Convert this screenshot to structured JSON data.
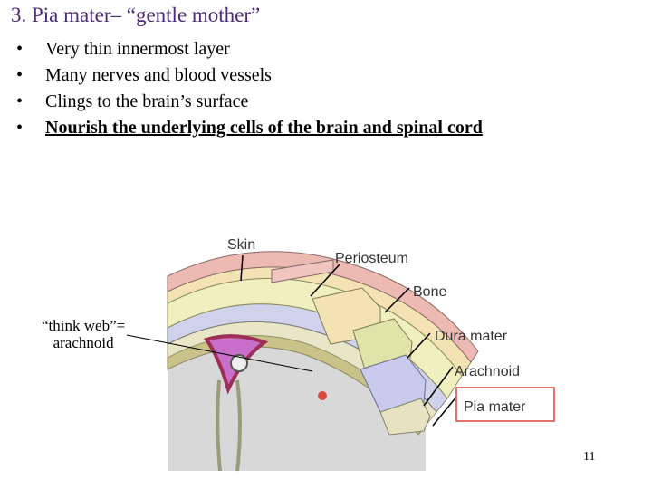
{
  "slide": {
    "title": "3. Pia mater–  “gentle mother”",
    "bullets": [
      {
        "marker": "•",
        "text": "Very thin innermost layer"
      },
      {
        "marker": "•",
        "text": "Many nerves and blood vessels"
      },
      {
        "marker": "•",
        "text": "Clings to the brain’s surface"
      },
      {
        "marker": "•",
        "text": "Nourish the underlying cells of the brain and spinal cord"
      }
    ],
    "note_line1": "“think web”=",
    "note_line2": "arachnoid",
    "page_number": "11"
  },
  "diagram": {
    "labels": {
      "skin": "Skin",
      "periosteum": "Periosteum",
      "bone": "Bone",
      "dura": "Dura mater",
      "arachnoid": "Arachnoid",
      "pia": "Pia mater"
    },
    "colors": {
      "skin": "#e8b5b0",
      "periosteum": "#f0dfb0",
      "bone": "#eef0c2",
      "dura": "#c5c9ea",
      "pia_box": "#d9453a",
      "sinus": "#c86ac8",
      "brain": "#d6d6d6"
    }
  }
}
